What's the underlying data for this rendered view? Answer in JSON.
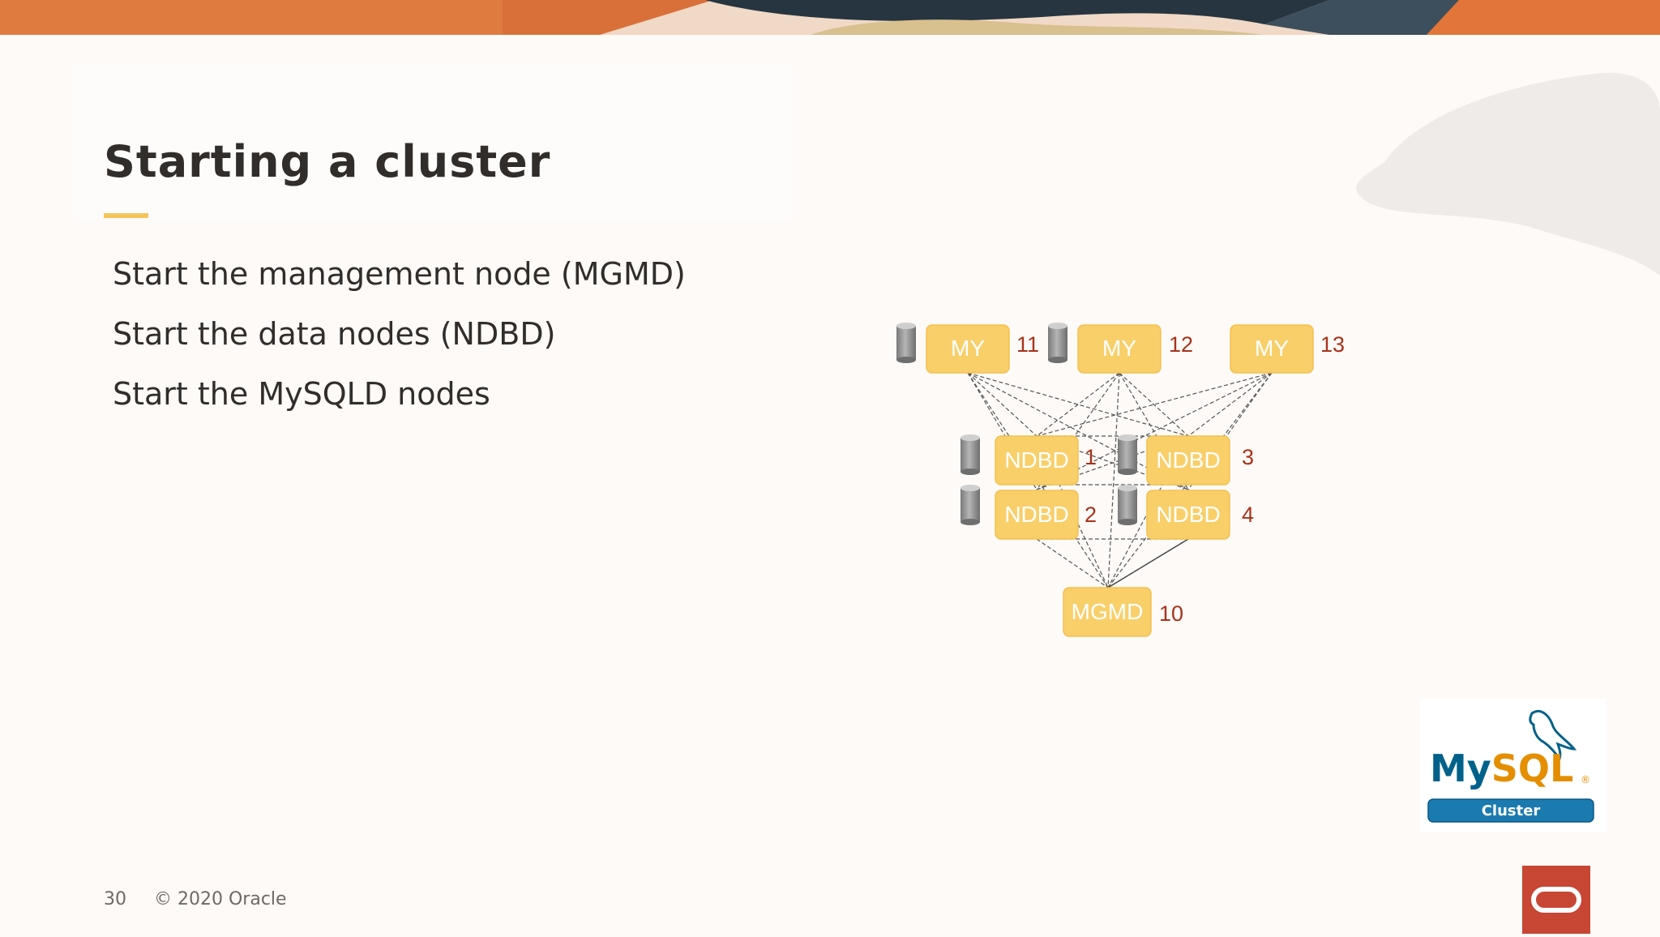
{
  "slide": {
    "title": "Starting a cluster",
    "bullets": [
      "Start the management node (MGMD)",
      "Start the data nodes (NDBD)",
      "Start the MySQLD nodes"
    ],
    "footer": {
      "page_number": "30",
      "copyright": "© 2020 Oracle"
    }
  },
  "logo": {
    "brand": "MySQL",
    "registered": "®",
    "badge": "Cluster"
  },
  "diagram": {
    "nodes": {
      "my1": {
        "label": "MY",
        "id": "11"
      },
      "my2": {
        "label": "MY",
        "id": "12"
      },
      "my3": {
        "label": "MY",
        "id": "13"
      },
      "ndbd1": {
        "label": "NDBD",
        "id": "1"
      },
      "ndbd2": {
        "label": "NDBD",
        "id": "2"
      },
      "ndbd3": {
        "label": "NDBD",
        "id": "3"
      },
      "ndbd4": {
        "label": "NDBD",
        "id": "4"
      },
      "mgmd": {
        "label": "MGMD",
        "id": "10"
      }
    }
  },
  "colors": {
    "node_fill": "#f9cf6a",
    "node_text": "#ffffff",
    "id_text": "#a8321a",
    "title_text": "#312d2a",
    "accent_underline": "#f2c55c",
    "oracle_red": "#c74634",
    "mysql_blue": "#00618a",
    "mysql_orange": "#e48e00"
  }
}
